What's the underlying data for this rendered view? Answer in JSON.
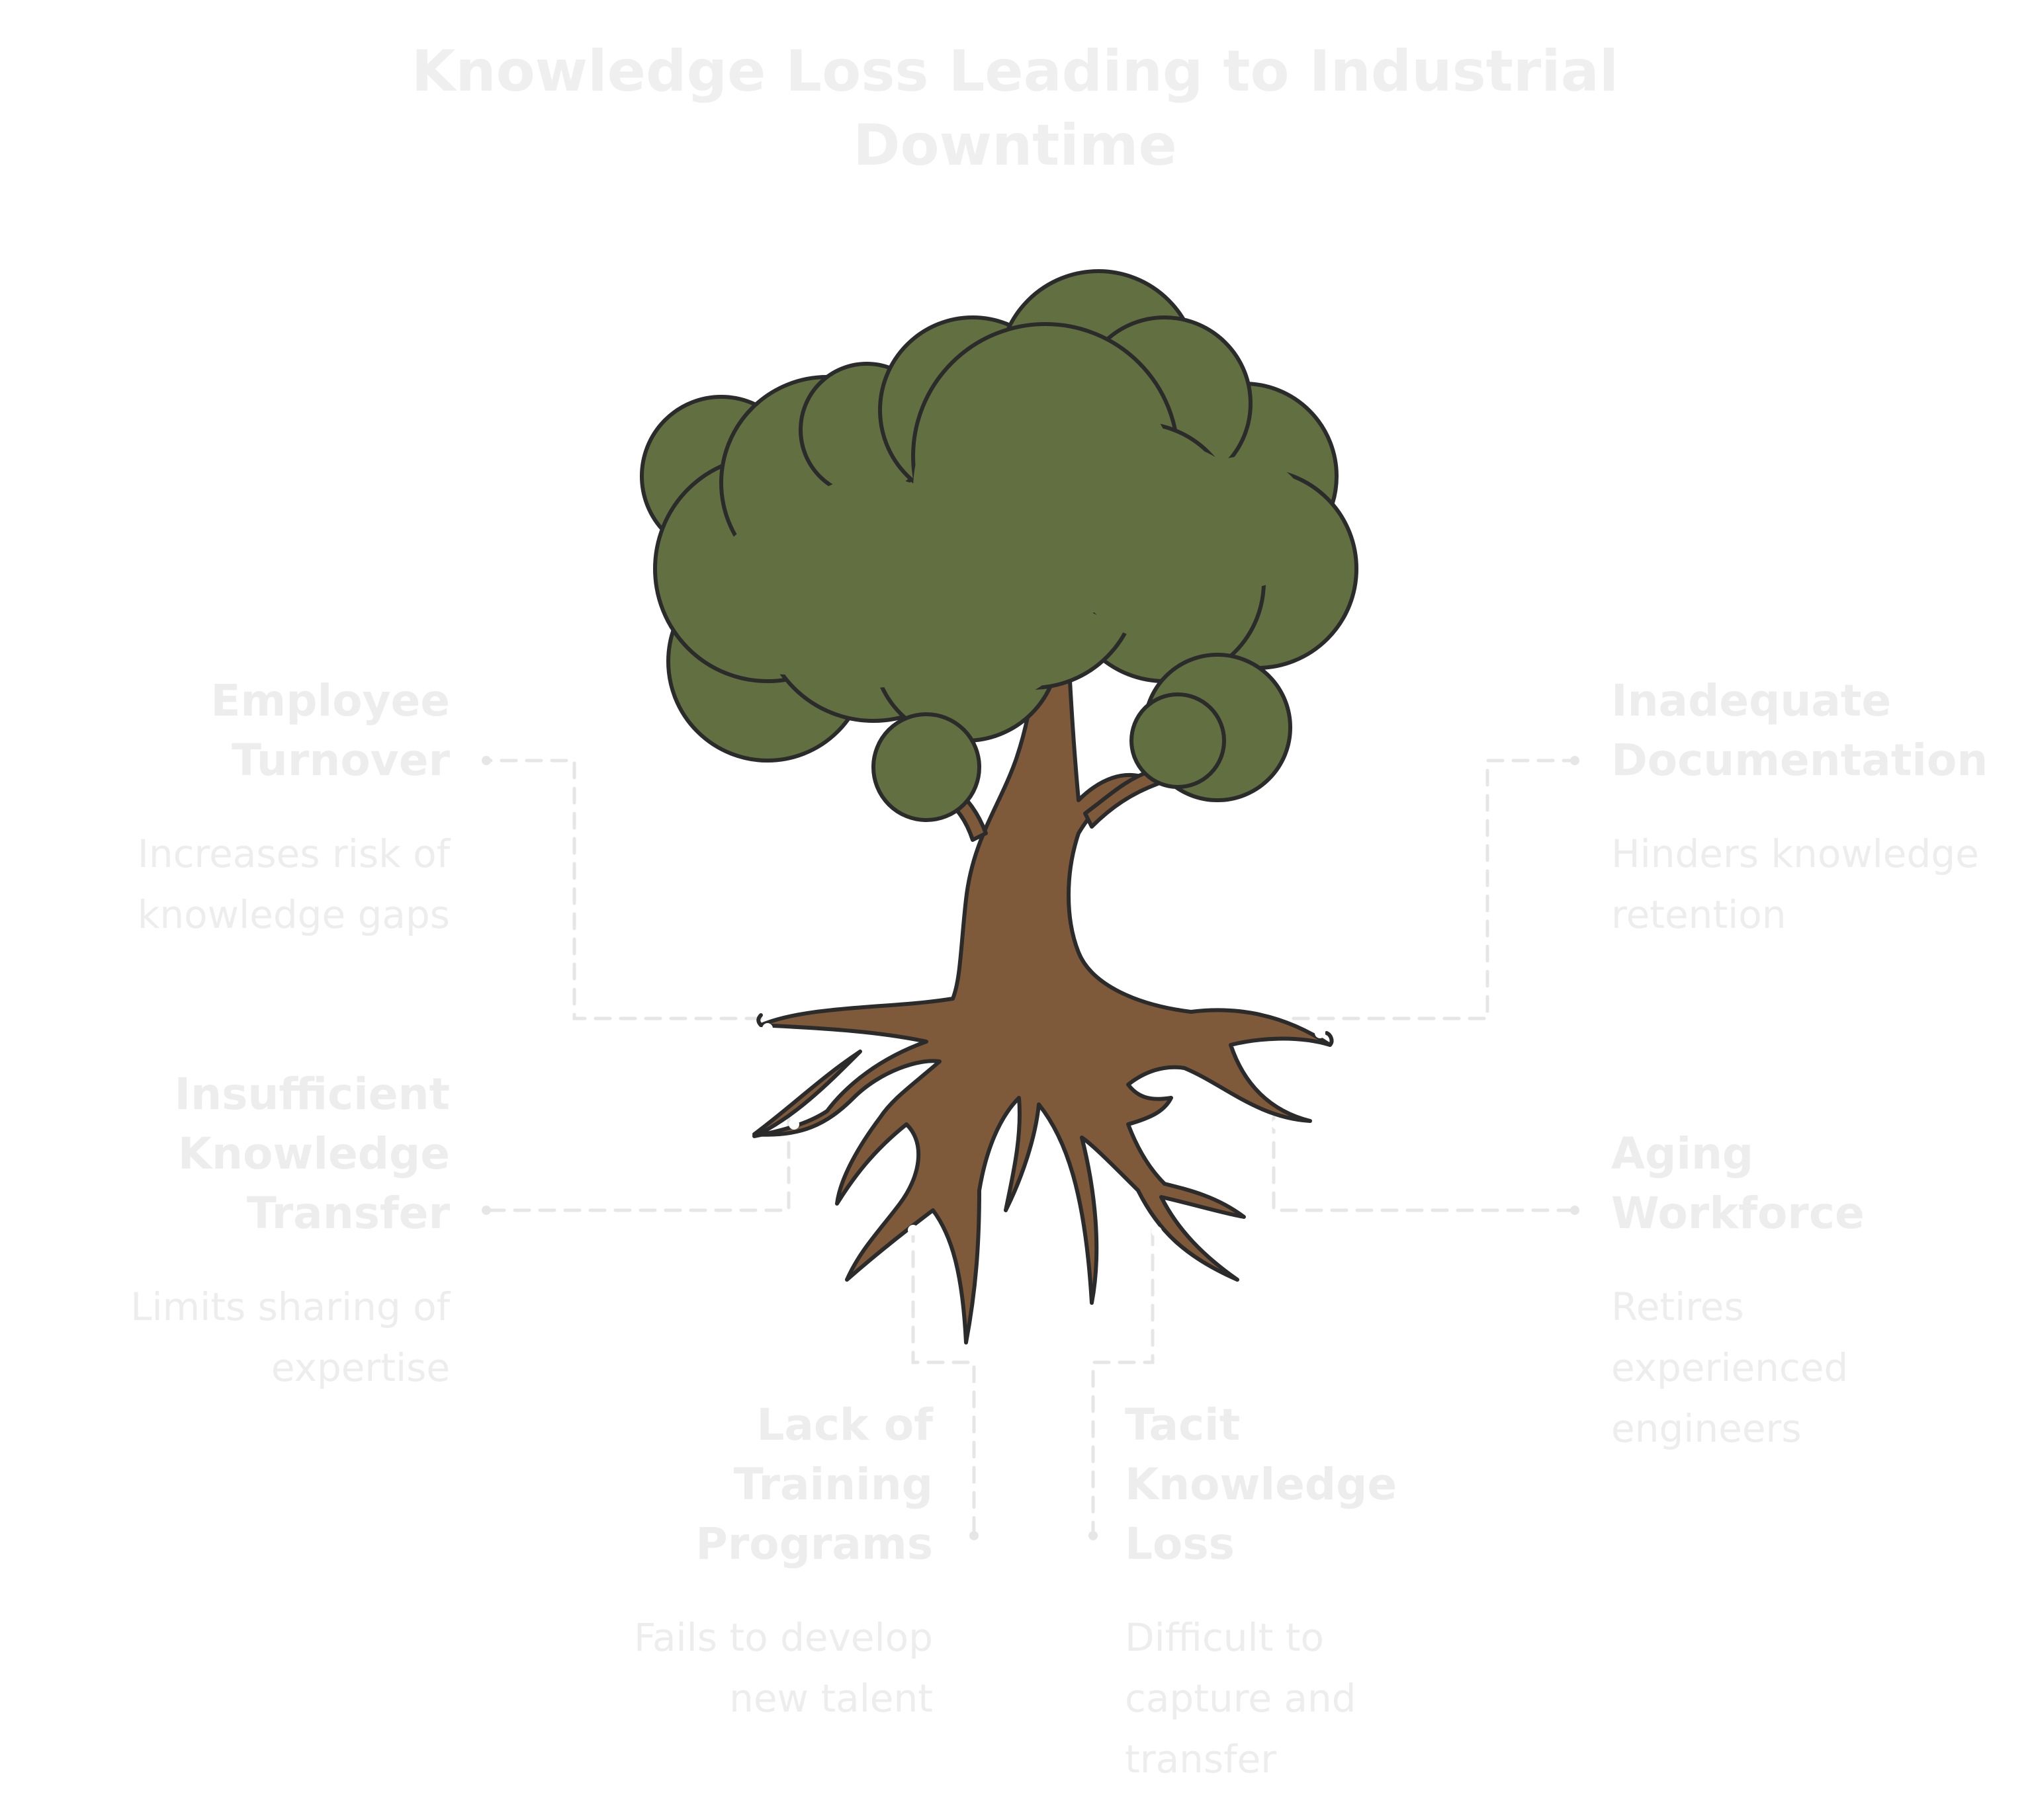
{
  "title": "Knowledge Loss Leading to Industrial Downtime",
  "colors": {
    "foliage": "#627041",
    "trunk": "#7e5a3a",
    "outline": "#2b2b2b",
    "connector": "#e8e8e8",
    "text": "#ededed"
  },
  "factors": [
    {
      "id": "employee-turnover",
      "title": "Employee Turnover",
      "description": "Increases risk of knowledge gaps"
    },
    {
      "id": "inadequate-documentation",
      "title": "Inadequate Documentation",
      "description": "Hinders knowledge retention"
    },
    {
      "id": "insufficient-knowledge-transfer",
      "title": "Insufficient Knowledge Transfer",
      "description": "Limits sharing of expertise"
    },
    {
      "id": "aging-workforce",
      "title": "Aging Workforce",
      "description": "Retires experienced engineers"
    },
    {
      "id": "lack-of-training-programs",
      "title": "Lack of Training Programs",
      "description": "Fails to develop new talent"
    },
    {
      "id": "tacit-knowledge-loss",
      "title": "Tacit Knowledge Loss",
      "description": "Difficult to capture and transfer"
    }
  ]
}
